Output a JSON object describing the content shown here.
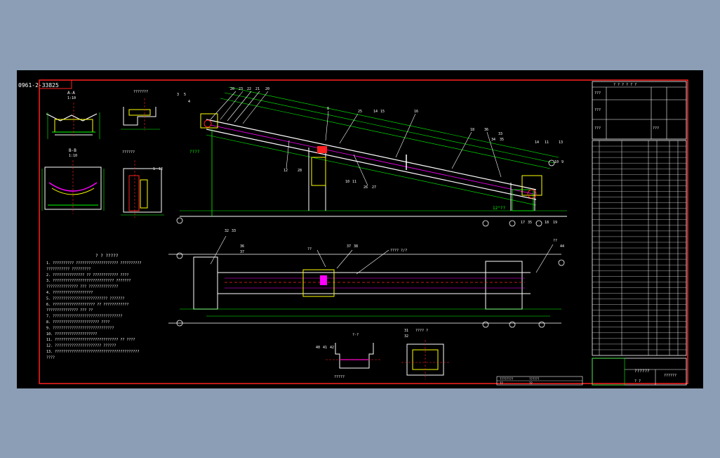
{
  "drawing": {
    "drawing_number": "0961-2-33825",
    "main_view": {
      "top_callouts": [
        "20",
        "23",
        "22",
        "21",
        "20"
      ],
      "left_callouts": [
        "3",
        "5",
        "4"
      ],
      "mid_callouts": [
        "8",
        "25",
        "14",
        "15",
        "16"
      ],
      "right_callouts": [
        "18",
        "36",
        "33",
        "34",
        "35",
        "14",
        "11",
        "13",
        "10",
        "9"
      ],
      "lower_callouts": [
        "12",
        "28",
        "10",
        "11",
        "26",
        "27"
      ],
      "bottom_right_callouts": [
        "17",
        "35",
        "18",
        "19"
      ],
      "angle_note": "12°??",
      "left_note": "????"
    },
    "plan_view": {
      "callouts_left": [
        "32",
        "33",
        "36",
        "37"
      ],
      "callouts_mid": [
        "??",
        "37",
        "38"
      ],
      "callouts_right": [
        "??",
        "44"
      ],
      "note": "???? ?/?"
    },
    "section_a": {
      "title": "A-A",
      "scale": "1:10"
    },
    "section_b": {
      "title": "B-B",
      "scale": "1:10"
    },
    "detail_1": {
      "title": "??????",
      "callouts": [
        "1",
        "12"
      ]
    },
    "detail_2": {
      "title": "???????"
    },
    "detail_3": {
      "title": "?-?",
      "note": "?????",
      "callouts": [
        "40",
        "41",
        "42"
      ]
    },
    "detail_4": {
      "title": "???? ?",
      "callouts": [
        "31",
        "32"
      ]
    },
    "notes": {
      "title": "? ?  ?????",
      "lines": [
        "1.  ??????????  ????????????????????  ??????????",
        "     ???????????          ?????????",
        "2.  ???????????????  ??  ????????????  ????",
        "3.  ?????????????????????????????  ???????",
        "     ???????????????  ???  ??????????????",
        "4.  ???????????????????",
        "5.  ??????????????????????????  ???????",
        "6.  ????????????????????  ??  ????????????",
        "     ???????????????  ??? ??",
        "7.  ?????????????????????????????????",
        "8.  ??????????????????????  ????",
        "9.  ?????????????????????????????",
        "10. ????????????????????",
        "11. ??????????????????????????????  ?? ????",
        "12. ??????????????????????  ??????",
        "13. ????????????????????????????????????????",
        "     ????"
      ]
    },
    "title_block": {
      "name": "??????",
      "sub": "? ?",
      "company": "??????",
      "small_table": [
        "????????",
        "??????",
        "??",
        "??"
      ]
    },
    "parts_list": {
      "header": "? ? ? ? ? ?",
      "rows_top": [
        "???",
        "???",
        "???",
        "???"
      ],
      "rows_count": 38
    },
    "colors": {
      "frame": "#ff2020",
      "line": "#ffffff",
      "dim": "#00ff00",
      "text": "#ffff00",
      "accent": "#ff00ff",
      "cyan": "#00ffff"
    }
  }
}
